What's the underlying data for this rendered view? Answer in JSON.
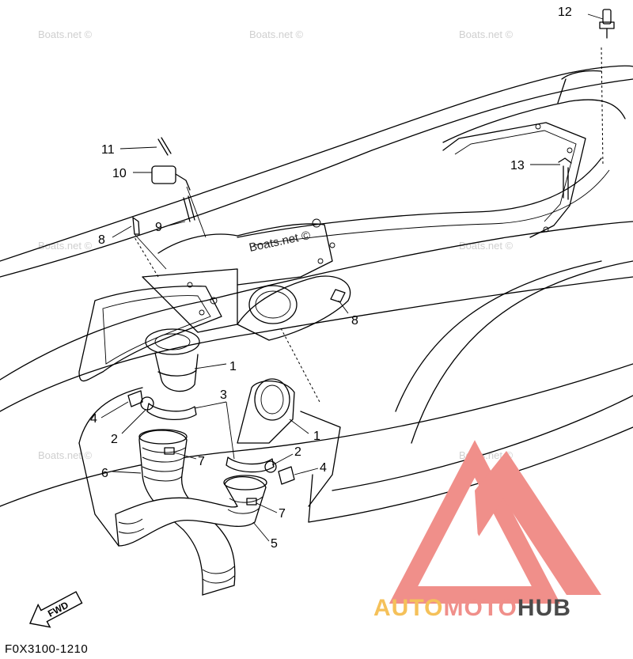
{
  "watermark": "Boats.net ©",
  "part_code": "F0X3100-1210",
  "fwd_label": "FWD",
  "brand": {
    "auto": "AUTO",
    "moto": "MOTO",
    "hub": "HUB",
    "color_auto": "#f5c15a",
    "color_moto": "#f08f8a",
    "color_hub": "#4a4a4a",
    "logo_color": "#f08f8a"
  },
  "callouts": {
    "c1a": "1",
    "c1b": "1",
    "c2a": "2",
    "c2b": "2",
    "c3": "3",
    "c4a": "4",
    "c4b": "4",
    "c5": "5",
    "c6": "6",
    "c7a": "7",
    "c7b": "7",
    "c8a": "8",
    "c8b": "8",
    "c9": "9",
    "c10": "10",
    "c11": "11",
    "c12": "12",
    "c13": "13"
  }
}
